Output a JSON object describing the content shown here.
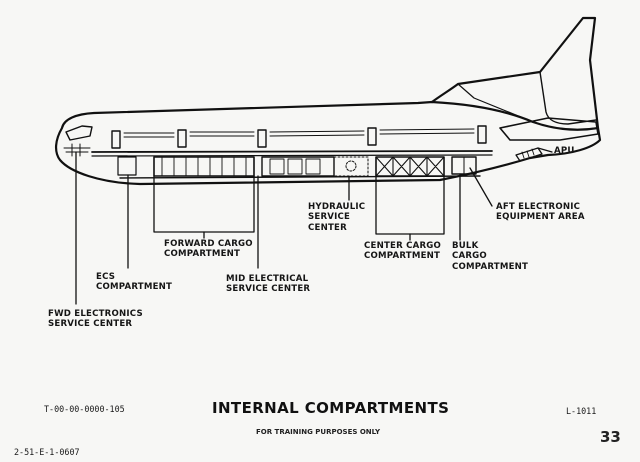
{
  "labels": {
    "apu": "APU",
    "aft_electronic": "AFT ELECTRONIC\nEQUIPMENT AREA",
    "hydraulic": "HYDRAULIC\nSERVICE\nCENTER",
    "forward_cargo": "FORWARD CARGO\nCOMPARTMENT",
    "center_cargo": "CENTER CARGO\nCOMPARTMENT",
    "bulk_cargo": "BULK\nCARGO\nCOMPARTMENT",
    "ecs": "ECS\nCOMPARTMENT",
    "mid_electrical": "MID ELECTRICAL\nSERVICE CENTER",
    "fwd_electronics": "FWD ELECTRONICS\nSERVICE CENTER"
  },
  "footer": {
    "doc_number": "T-00-00-0000-105",
    "title": "INTERNAL COMPARTMENTS",
    "model": "L-1011",
    "training_note": "FOR TRAINING PURPOSES ONLY",
    "page_number": "33",
    "ref_code": "2-51-E-1-0607"
  },
  "colors": {
    "ink": "#111111",
    "paper": "#f7f7f5"
  }
}
